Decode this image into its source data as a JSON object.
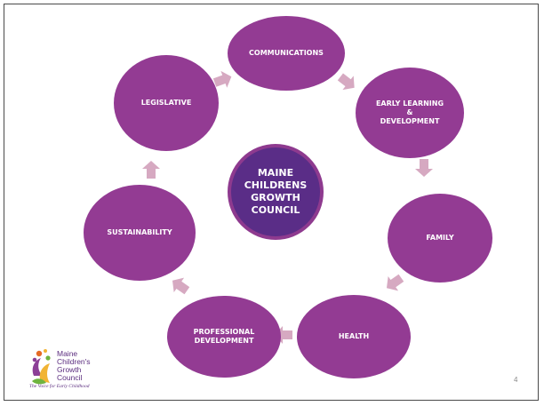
{
  "diagram": {
    "center": {
      "label": "MAINE\nCHILDRENS\nGROWTH\nCOUNCIL"
    },
    "nodes": {
      "communications": "COMMUNICATIONS",
      "early_learning": "EARLY LEARNING\n&\nDEVELOPMENT",
      "family": "FAMILY",
      "health": "HEALTH",
      "professional_development": "PROFESSIONAL\nDEVELOPMENT",
      "sustainability": "SUSTAINABILITY",
      "legislative": "LEGISLATIVE"
    },
    "colors": {
      "node": "#933b93",
      "center_fill": "#5a2d87",
      "center_border": "#8e3a8f",
      "arrow": "#d6a9c1"
    }
  },
  "logo": {
    "text": "Maine\nChildren's\nGrowth\nCouncil",
    "tagline": "The Voice for Early Childhood"
  },
  "page_number": "4"
}
